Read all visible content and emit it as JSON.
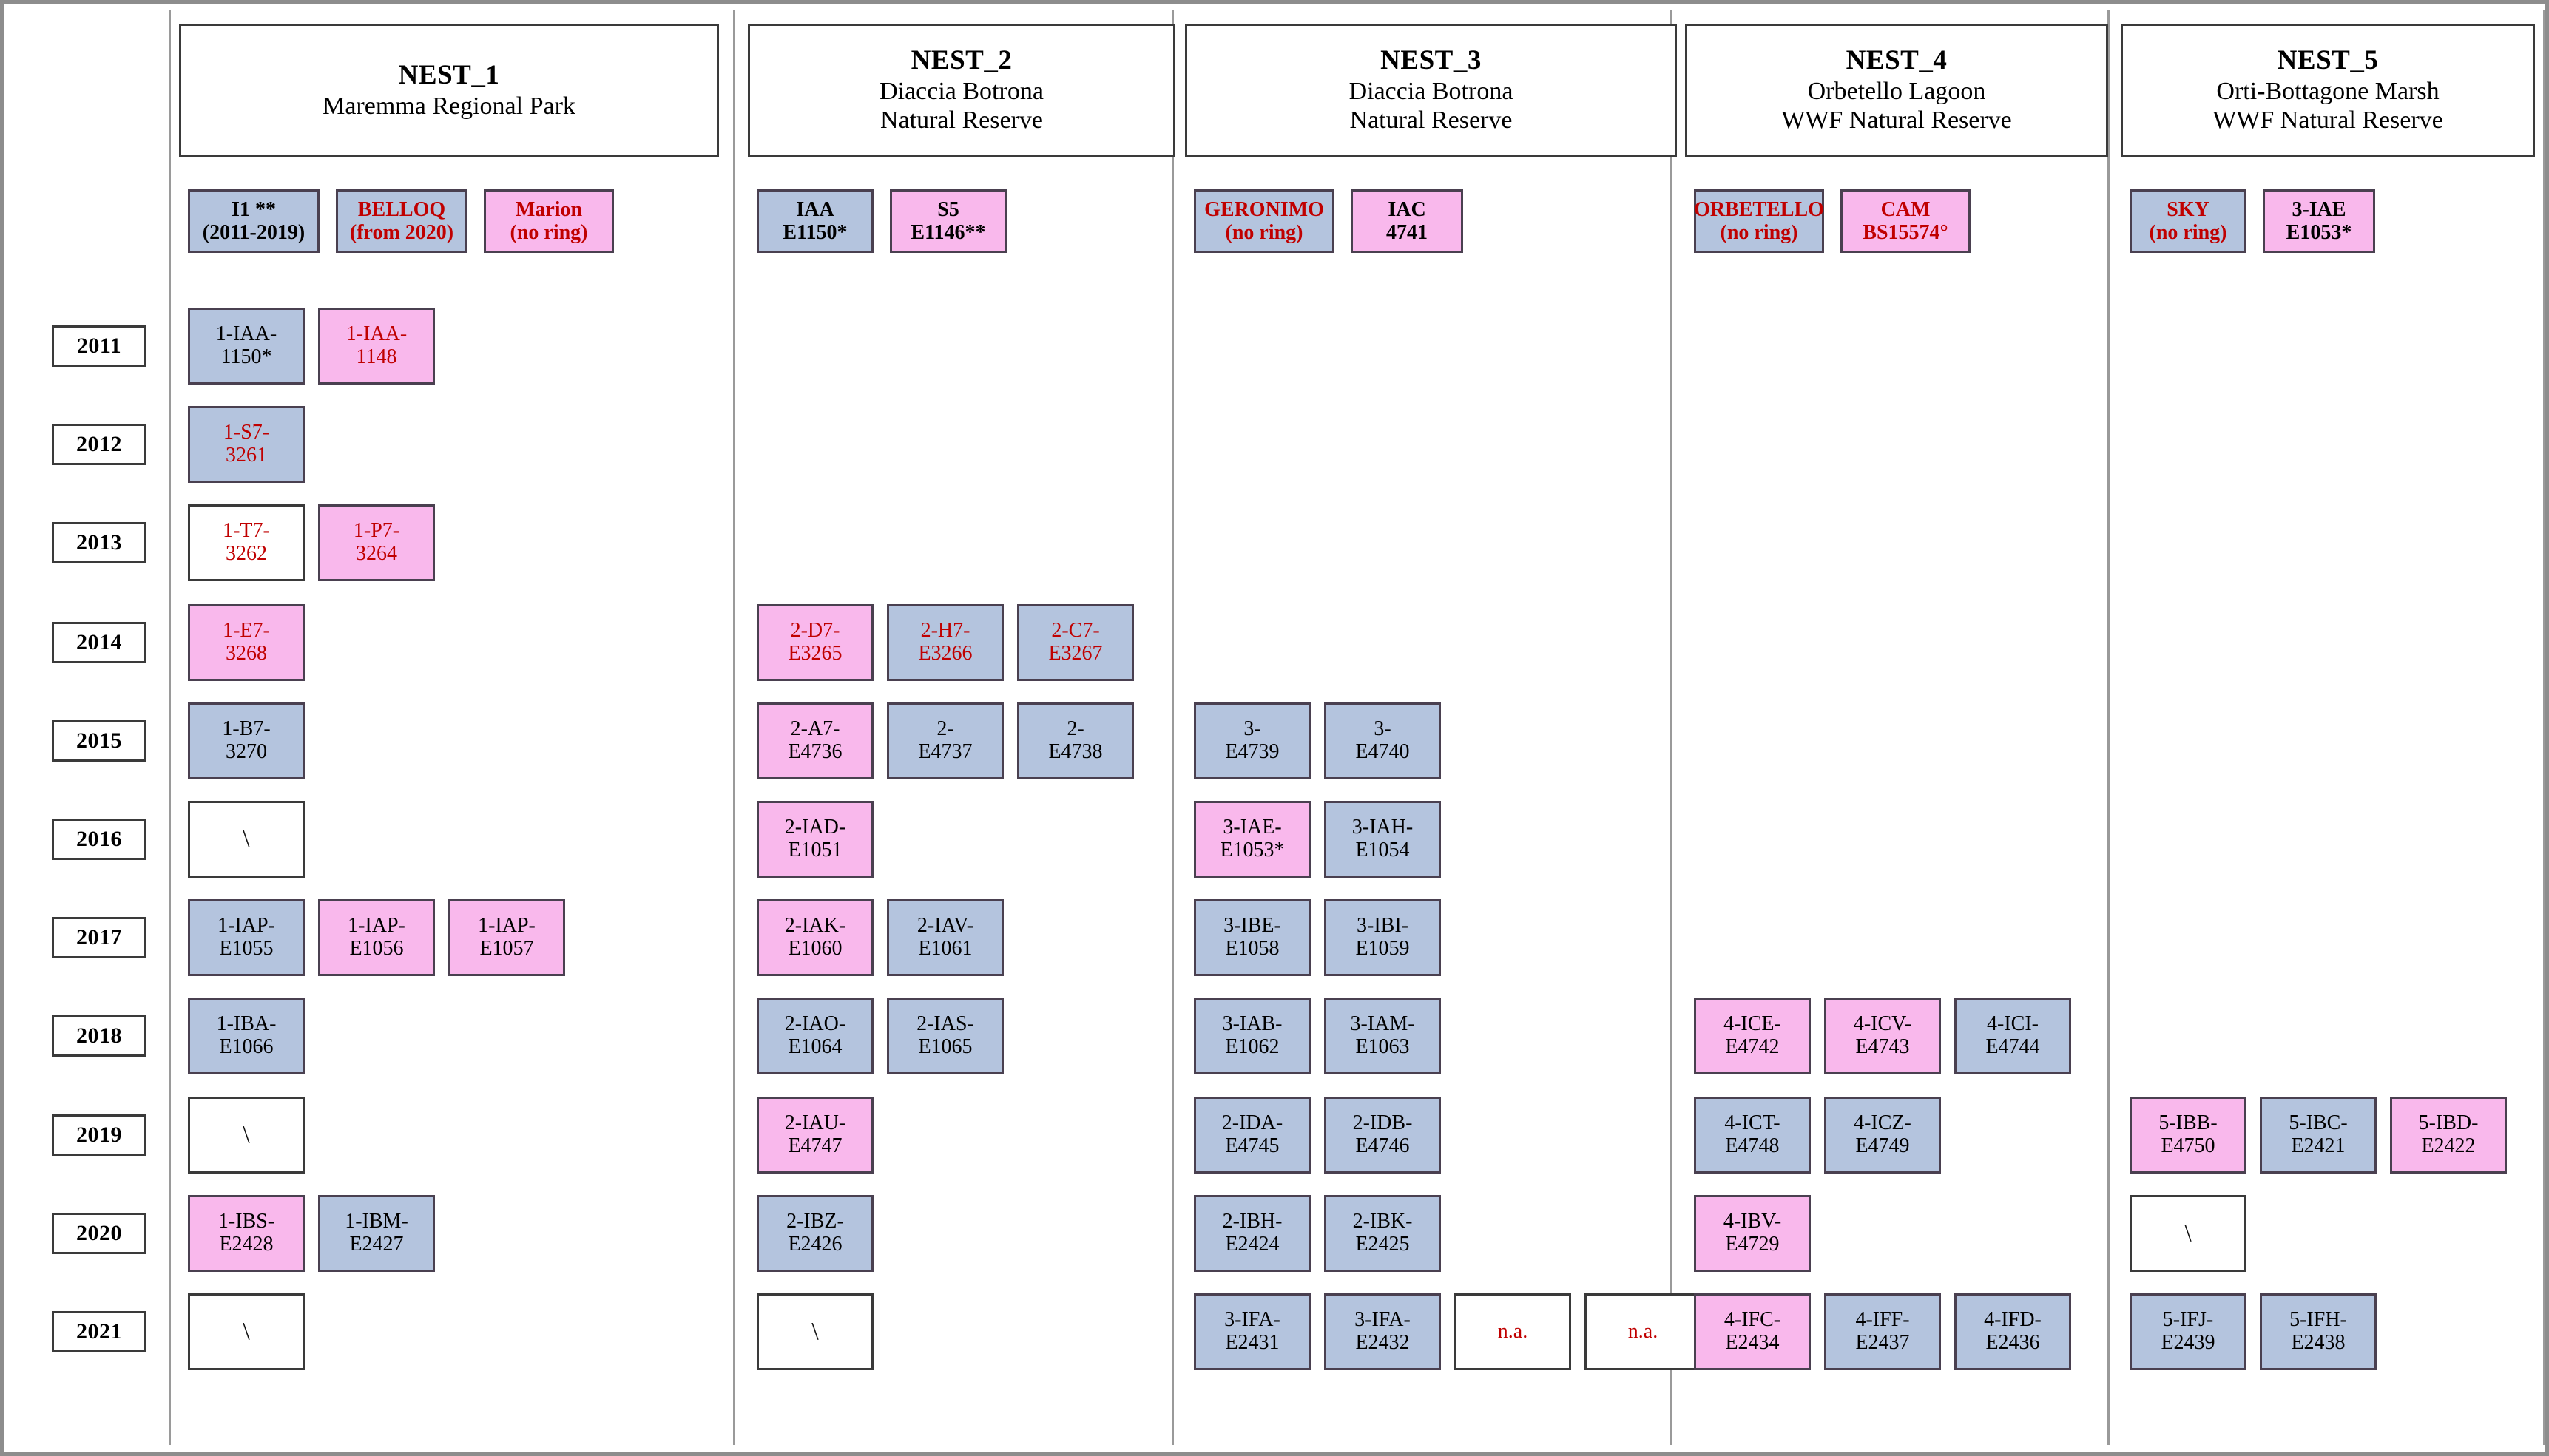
{
  "colors": {
    "male_blue": "#b4c4de",
    "female_pink": "#f9b8ec",
    "empty_white": "#ffffff",
    "red_text": "#c00000",
    "black_text": "#000000",
    "border": "#4a4050",
    "frame": "#8d8d8d"
  },
  "years": [
    "2011",
    "2012",
    "2013",
    "2014",
    "2015",
    "2016",
    "2017",
    "2018",
    "2019",
    "2020",
    "2021"
  ],
  "nests": [
    {
      "id": "NEST_1",
      "title": "NEST_1",
      "subtitle_lines": [
        "Maremma Regional Park"
      ],
      "parents": [
        {
          "l1": "I1 **",
          "l2": "(2011-2019)",
          "bg": "blue",
          "tx": "black"
        },
        {
          "l1": "BELLOQ",
          "l2": "(from 2020)",
          "bg": "blue",
          "tx": "red"
        },
        {
          "l1": "Marion",
          "l2": "(no ring)",
          "bg": "pink",
          "tx": "red"
        }
      ]
    },
    {
      "id": "NEST_2",
      "title": "NEST_2",
      "subtitle_lines": [
        "Diaccia Botrona",
        "Natural Reserve"
      ],
      "parents": [
        {
          "l1": "IAA",
          "l2": "E1150*",
          "bg": "blue",
          "tx": "black"
        },
        {
          "l1": "S5",
          "l2": "E1146**",
          "bg": "pink",
          "tx": "black"
        }
      ]
    },
    {
      "id": "NEST_3",
      "title": "NEST_3",
      "subtitle_lines": [
        "Diaccia Botrona",
        "Natural Reserve"
      ],
      "parents": [
        {
          "l1": "GERONIMO",
          "l2": "(no ring)",
          "bg": "blue",
          "tx": "red"
        },
        {
          "l1": "IAC",
          "l2": "4741",
          "bg": "pink",
          "tx": "black"
        }
      ]
    },
    {
      "id": "NEST_4",
      "title": "NEST_4",
      "subtitle_lines": [
        "Orbetello Lagoon",
        "WWF Natural Reserve"
      ],
      "parents": [
        {
          "l1": "ORBETELLO",
          "l2": "(no ring)",
          "bg": "blue",
          "tx": "red"
        },
        {
          "l1": "CAM",
          "l2": "BS15574°",
          "bg": "pink",
          "tx": "red"
        }
      ]
    },
    {
      "id": "NEST_5",
      "title": "NEST_5",
      "subtitle_lines": [
        "Orti-Bottagone Marsh",
        "WWF Natural Reserve"
      ],
      "parents": [
        {
          "l1": "SKY",
          "l2": "(no ring)",
          "bg": "blue",
          "tx": "red"
        },
        {
          "l1": "3-IAE",
          "l2": "E1053*",
          "bg": "pink",
          "tx": "black"
        }
      ]
    }
  ],
  "grid": {
    "NEST_1": {
      "2011": [
        {
          "l1": "1-IAA-",
          "l2": "1150*",
          "bg": "blue",
          "tx": "black"
        },
        {
          "l1": "1-IAA-",
          "l2": "1148",
          "bg": "pink",
          "tx": "red"
        }
      ],
      "2012": [
        {
          "l1": "1-S7-",
          "l2": "3261",
          "bg": "blue",
          "tx": "red"
        }
      ],
      "2013": [
        {
          "l1": "1-T7-",
          "l2": "3262",
          "bg": "white",
          "tx": "red"
        },
        {
          "l1": "1-P7-",
          "l2": "3264",
          "bg": "pink",
          "tx": "red"
        }
      ],
      "2014": [
        {
          "l1": "1-E7-",
          "l2": "3268",
          "bg": "pink",
          "tx": "red"
        }
      ],
      "2015": [
        {
          "l1": "1-B7-",
          "l2": "3270",
          "bg": "blue",
          "tx": "black"
        }
      ],
      "2016": [
        {
          "l1": "\\",
          "l2": "",
          "bg": "white",
          "tx": "black",
          "slash": true
        }
      ],
      "2017": [
        {
          "l1": "1-IAP-",
          "l2": "E1055",
          "bg": "blue",
          "tx": "black"
        },
        {
          "l1": "1-IAP-",
          "l2": "E1056",
          "bg": "pink",
          "tx": "black"
        },
        {
          "l1": "1-IAP-",
          "l2": "E1057",
          "bg": "pink",
          "tx": "black"
        }
      ],
      "2018": [
        {
          "l1": "1-IBA-",
          "l2": "E1066",
          "bg": "blue",
          "tx": "black"
        }
      ],
      "2019": [
        {
          "l1": "\\",
          "l2": "",
          "bg": "white",
          "tx": "black",
          "slash": true
        }
      ],
      "2020": [
        {
          "l1": "1-IBS-",
          "l2": "E2428",
          "bg": "pink",
          "tx": "black"
        },
        {
          "l1": "1-IBM-",
          "l2": "E2427",
          "bg": "blue",
          "tx": "black"
        }
      ],
      "2021": [
        {
          "l1": "\\",
          "l2": "",
          "bg": "white",
          "tx": "black",
          "slash": true
        }
      ]
    },
    "NEST_2": {
      "2011": [],
      "2012": [],
      "2013": [],
      "2014": [
        {
          "l1": "2-D7-",
          "l2": "E3265",
          "bg": "pink",
          "tx": "red"
        },
        {
          "l1": "2-H7-",
          "l2": "E3266",
          "bg": "blue",
          "tx": "red"
        },
        {
          "l1": "2-C7-",
          "l2": "E3267",
          "bg": "blue",
          "tx": "red"
        }
      ],
      "2015": [
        {
          "l1": "2-A7-",
          "l2": "E4736",
          "bg": "pink",
          "tx": "black"
        },
        {
          "l1": "2-",
          "l2": "E4737",
          "bg": "blue",
          "tx": "black"
        },
        {
          "l1": "2-",
          "l2": "E4738",
          "bg": "blue",
          "tx": "black"
        }
      ],
      "2016": [
        {
          "l1": "2-IAD-",
          "l2": "E1051",
          "bg": "pink",
          "tx": "black"
        }
      ],
      "2017": [
        {
          "l1": "2-IAK-",
          "l2": "E1060",
          "bg": "pink",
          "tx": "black"
        },
        {
          "l1": "2-IAV-",
          "l2": "E1061",
          "bg": "blue",
          "tx": "black"
        }
      ],
      "2018": [
        {
          "l1": "2-IAO-",
          "l2": "E1064",
          "bg": "blue",
          "tx": "black"
        },
        {
          "l1": "2-IAS-",
          "l2": "E1065",
          "bg": "blue",
          "tx": "black"
        }
      ],
      "2019": [
        {
          "l1": "2-IAU-",
          "l2": "E4747",
          "bg": "pink",
          "tx": "black"
        }
      ],
      "2020": [
        {
          "l1": "2-IBZ-",
          "l2": "E2426",
          "bg": "blue",
          "tx": "black"
        }
      ],
      "2021": [
        {
          "l1": "\\",
          "l2": "",
          "bg": "white",
          "tx": "black",
          "slash": true
        }
      ]
    },
    "NEST_3": {
      "2011": [],
      "2012": [],
      "2013": [],
      "2014": [],
      "2015": [
        {
          "l1": "3-",
          "l2": "E4739",
          "bg": "blue",
          "tx": "black"
        },
        {
          "l1": "3-",
          "l2": "E4740",
          "bg": "blue",
          "tx": "black"
        }
      ],
      "2016": [
        {
          "l1": "3-IAE-",
          "l2": "E1053*",
          "bg": "pink",
          "tx": "black"
        },
        {
          "l1": "3-IAH-",
          "l2": "E1054",
          "bg": "blue",
          "tx": "black"
        }
      ],
      "2017": [
        {
          "l1": "3-IBE-",
          "l2": "E1058",
          "bg": "blue",
          "tx": "black"
        },
        {
          "l1": "3-IBI-",
          "l2": "E1059",
          "bg": "blue",
          "tx": "black"
        }
      ],
      "2018": [
        {
          "l1": "3-IAB-",
          "l2": "E1062",
          "bg": "blue",
          "tx": "black"
        },
        {
          "l1": "3-IAM-",
          "l2": "E1063",
          "bg": "blue",
          "tx": "black"
        }
      ],
      "2019": [
        {
          "l1": "2-IDA-",
          "l2": "E4745",
          "bg": "blue",
          "tx": "black"
        },
        {
          "l1": "2-IDB-",
          "l2": "E4746",
          "bg": "blue",
          "tx": "black"
        }
      ],
      "2020": [
        {
          "l1": "2-IBH-",
          "l2": "E2424",
          "bg": "blue",
          "tx": "black"
        },
        {
          "l1": "2-IBK-",
          "l2": "E2425",
          "bg": "blue",
          "tx": "black"
        }
      ],
      "2021": [
        {
          "l1": "3-IFA-",
          "l2": "E2431",
          "bg": "blue",
          "tx": "black"
        },
        {
          "l1": "3-IFA-",
          "l2": "E2432",
          "bg": "blue",
          "tx": "black"
        },
        {
          "l1": "n.a.",
          "l2": "",
          "bg": "white",
          "tx": "red"
        },
        {
          "l1": "n.a.",
          "l2": "",
          "bg": "white",
          "tx": "red"
        }
      ]
    },
    "NEST_4": {
      "2011": [],
      "2012": [],
      "2013": [],
      "2014": [],
      "2015": [],
      "2016": [],
      "2017": [],
      "2018": [
        {
          "l1": "4-ICE-",
          "l2": "E4742",
          "bg": "pink",
          "tx": "black"
        },
        {
          "l1": "4-ICV-",
          "l2": "E4743",
          "bg": "pink",
          "tx": "black"
        },
        {
          "l1": "4-ICI-",
          "l2": "E4744",
          "bg": "blue",
          "tx": "black"
        }
      ],
      "2019": [
        {
          "l1": "4-ICT-",
          "l2": "E4748",
          "bg": "blue",
          "tx": "black"
        },
        {
          "l1": "4-ICZ-",
          "l2": "E4749",
          "bg": "blue",
          "tx": "black"
        }
      ],
      "2020": [
        {
          "l1": "4-IBV-",
          "l2": "E4729",
          "bg": "pink",
          "tx": "black"
        }
      ],
      "2021": [
        {
          "l1": "4-IFC-",
          "l2": "E2434",
          "bg": "pink",
          "tx": "black"
        },
        {
          "l1": "4-IFF-",
          "l2": "E2437",
          "bg": "blue",
          "tx": "black"
        },
        {
          "l1": "4-IFD-",
          "l2": "E2436",
          "bg": "blue",
          "tx": "black"
        }
      ]
    },
    "NEST_5": {
      "2011": [],
      "2012": [],
      "2013": [],
      "2014": [],
      "2015": [],
      "2016": [],
      "2017": [],
      "2018": [],
      "2019": [
        {
          "l1": "5-IBB-",
          "l2": "E4750",
          "bg": "pink",
          "tx": "black"
        },
        {
          "l1": "5-IBC-",
          "l2": "E2421",
          "bg": "blue",
          "tx": "black"
        },
        {
          "l1": "5-IBD-",
          "l2": "E2422",
          "bg": "pink",
          "tx": "black"
        }
      ],
      "2020": [
        {
          "l1": "\\",
          "l2": "",
          "bg": "white",
          "tx": "black",
          "slash": true
        }
      ],
      "2021": [
        {
          "l1": "5-IFJ-",
          "l2": "E2439",
          "bg": "blue",
          "tx": "black"
        },
        {
          "l1": "5-IFH-",
          "l2": "E2438",
          "bg": "blue",
          "tx": "black"
        }
      ]
    }
  }
}
